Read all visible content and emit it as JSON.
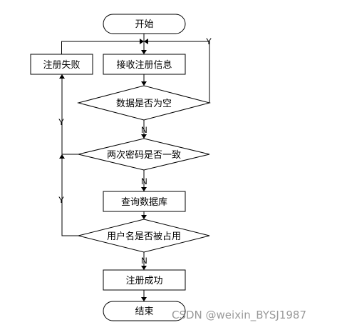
{
  "nodes": {
    "start": "开始",
    "receive": "接收注册信息",
    "check_empty": "数据是否为空",
    "check_password": "两次密码是否一致",
    "query_db": "查询数据库",
    "check_username": "用户名是否被占用",
    "success": "注册成功",
    "fail": "注册失败",
    "end": "结束"
  },
  "edge_labels": {
    "empty_yes": "Y",
    "empty_no": "N",
    "password_yes": "N",
    "password_fail": "Y",
    "username_fail": "Y",
    "username_ok": "N"
  },
  "watermark": "CSDN @weixin_BYSJ1987"
}
